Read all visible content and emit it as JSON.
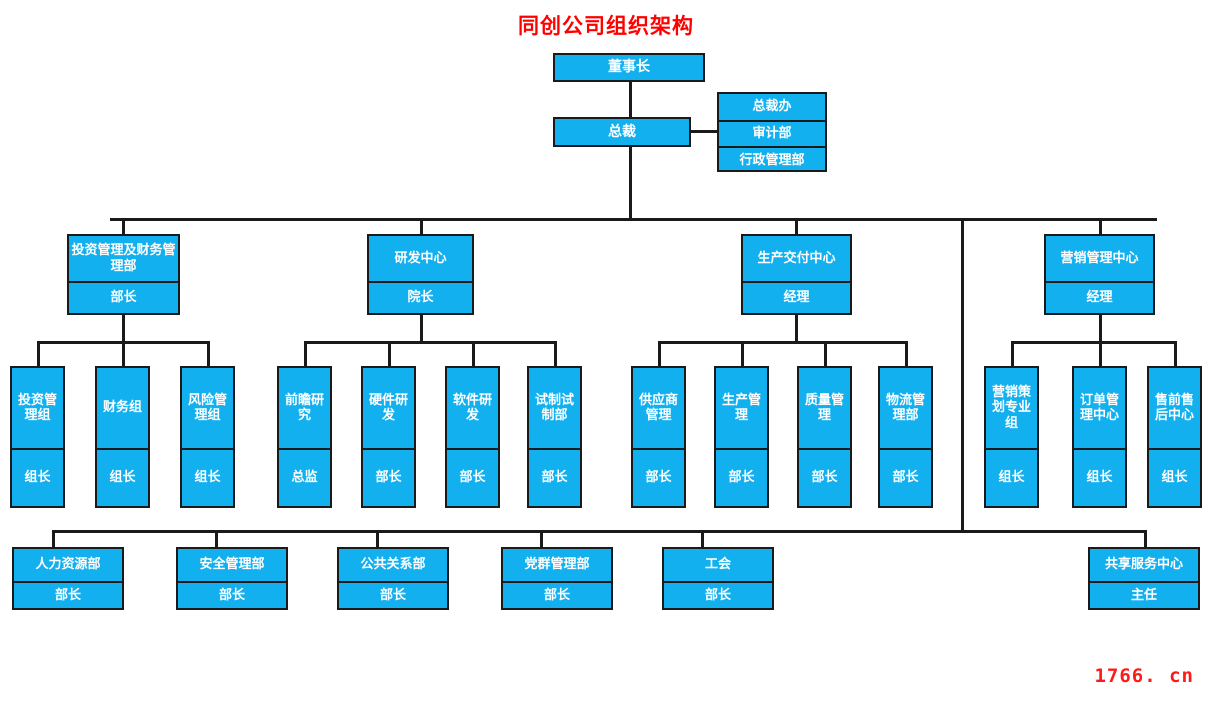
{
  "chart_data": {
    "type": "diagram",
    "title": "同创公司组织架构",
    "watermark": "1766. cn",
    "colors": {
      "node_fill": "#13b0ef",
      "node_border": "#1a1a1a",
      "node_text": "#ffffff",
      "title_text": "#ff0000",
      "line": "#1a1a1a",
      "background": "#ffffff"
    }
  },
  "title": "同创公司组织架构",
  "watermark": "1766. cn",
  "nodes": {
    "chairman": {
      "name": "董事长"
    },
    "president": {
      "name": "总裁"
    },
    "staff_office": {
      "items": [
        {
          "name": "总裁办"
        },
        {
          "name": "审计部"
        },
        {
          "name": "行政管理部"
        }
      ]
    },
    "divisions": [
      {
        "name": "投资管理及财务管理部",
        "role": "部长"
      },
      {
        "name": "研发中心",
        "role": "院长"
      },
      {
        "name": "生产交付中心",
        "role": "经理"
      },
      {
        "name": "营销管理中心",
        "role": "经理"
      }
    ],
    "teams": {
      "finance": [
        {
          "name": "投资管理组",
          "role": "组长"
        },
        {
          "name": "财务组",
          "role": "组长"
        },
        {
          "name": "风险管理组",
          "role": "组长"
        }
      ],
      "rd": [
        {
          "name": "前瞻研究",
          "role": "总监"
        },
        {
          "name": "硬件研发",
          "role": "部长"
        },
        {
          "name": "软件研发",
          "role": "部长"
        },
        {
          "name": "试制试制部",
          "role": "部长"
        }
      ],
      "production": [
        {
          "name": "供应商管理",
          "role": "部长"
        },
        {
          "name": "生产管理",
          "role": "部长"
        },
        {
          "name": "质量管理",
          "role": "部长"
        },
        {
          "name": "物流管理部",
          "role": "部长"
        }
      ],
      "marketing": [
        {
          "name": "营销策划专业组",
          "role": "组长"
        },
        {
          "name": "订单管理中心",
          "role": "组长"
        },
        {
          "name": "售前售后中心",
          "role": "组长"
        }
      ]
    },
    "support": [
      {
        "name": "人力资源部",
        "role": "部长"
      },
      {
        "name": "安全管理部",
        "role": "部长"
      },
      {
        "name": "公共关系部",
        "role": "部长"
      },
      {
        "name": "党群管理部",
        "role": "部长"
      },
      {
        "name": "工会",
        "role": "部长"
      },
      {
        "name": "共享服务中心",
        "role": "主任"
      }
    ]
  }
}
